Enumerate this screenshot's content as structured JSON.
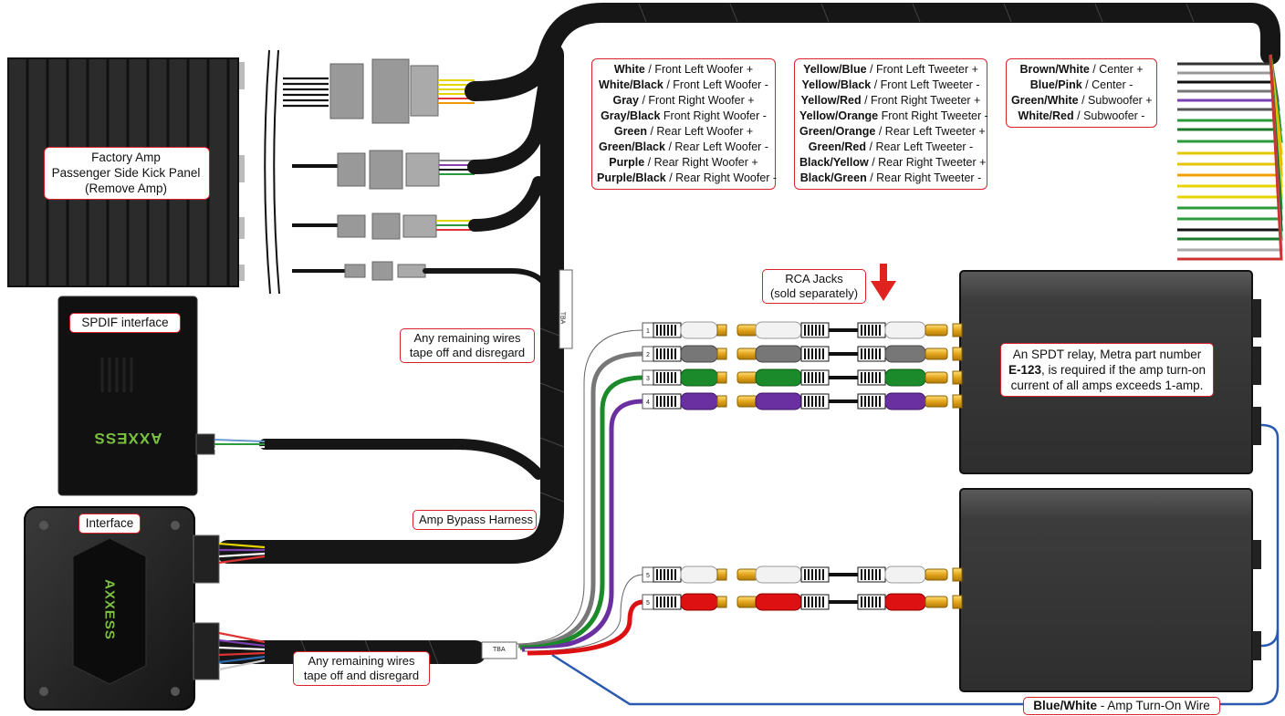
{
  "labels": {
    "factory_amp": [
      "Factory Amp",
      "Passenger Side Kick Panel",
      "(Remove Amp)"
    ],
    "spdif": "SPDIF interface",
    "interface": "Interface",
    "remaining_top": [
      "Any remaining wires",
      "tape off and disregard"
    ],
    "remaining_bottom": [
      "Any remaining wires",
      "tape off and disregard"
    ],
    "bypass": "Amp Bypass Harness",
    "rca": [
      "RCA Jacks",
      "(sold separately)"
    ],
    "relay_note": {
      "pre": "An SPDT relay, Metra part number",
      "part": "E-123",
      "post1": ", is required if the amp turn-on",
      "post2": "current of all amps exceeds 1-amp."
    },
    "turn_on": {
      "color": "Blue/White",
      "desc": " - Amp Turn-On Wire"
    },
    "brand": "AXXESS",
    "tba": "TBA",
    "rca_numbers": [
      "1",
      "2",
      "3",
      "4",
      "5",
      "5"
    ]
  },
  "wire_tables": [
    [
      {
        "c": "White",
        "sep": " / ",
        "d": "Front Left Woofer +"
      },
      {
        "c": "White/Black",
        "sep": " / ",
        "d": "Front Left Woofer -"
      },
      {
        "c": "Gray",
        "sep": " / ",
        "d": "Front Right Woofer +"
      },
      {
        "c": "Gray/Black",
        "sep": "  ",
        "d": "Front Right Woofer -"
      },
      {
        "c": "Green",
        "sep": " / ",
        "d": "Rear Left Woofer +"
      },
      {
        "c": "Green/Black",
        "sep": " / ",
        "d": "Rear Left Woofer -"
      },
      {
        "c": "Purple",
        "sep": " / ",
        "d": "Rear Right Woofer +"
      },
      {
        "c": "Purple/Black",
        "sep": " / ",
        "d": "Rear Right Woofer -"
      }
    ],
    [
      {
        "c": "Yellow/Blue",
        "sep": " / ",
        "d": "Front Left Tweeter +"
      },
      {
        "c": "Yellow/Black",
        "sep": " / ",
        "d": "Front Left Tweeter -"
      },
      {
        "c": "Yellow/Red",
        "sep": " / ",
        "d": "Front Right Tweeter +"
      },
      {
        "c": "Yellow/Orange",
        "sep": "  ",
        "d": "Front Right Tweeter -"
      },
      {
        "c": "Green/Orange",
        "sep": " / ",
        "d": "Rear Left Tweeter +"
      },
      {
        "c": "Green/Red",
        "sep": " / ",
        "d": "Rear Left Tweeter -"
      },
      {
        "c": "Black/Yellow",
        "sep": " / ",
        "d": "Rear Right Tweeter +"
      },
      {
        "c": "Black/Green",
        "sep": " / ",
        "d": "Rear Right Tweeter -"
      }
    ],
    [
      {
        "c": "Brown/White",
        "sep": " / ",
        "d": "Center +"
      },
      {
        "c": "Blue/Pink",
        "sep": " / ",
        "d": "Center -"
      },
      {
        "c": "Green/White",
        "sep": " / ",
        "d": "Subwoofer +"
      },
      {
        "c": "White/Red",
        "sep": " / ",
        "d": "Subwoofer -"
      }
    ]
  ],
  "colors": {
    "accent": "#d8232a",
    "harness": "#1a1a1a",
    "amp": "#3a3a3a",
    "axxess_green": "#7ac142"
  }
}
